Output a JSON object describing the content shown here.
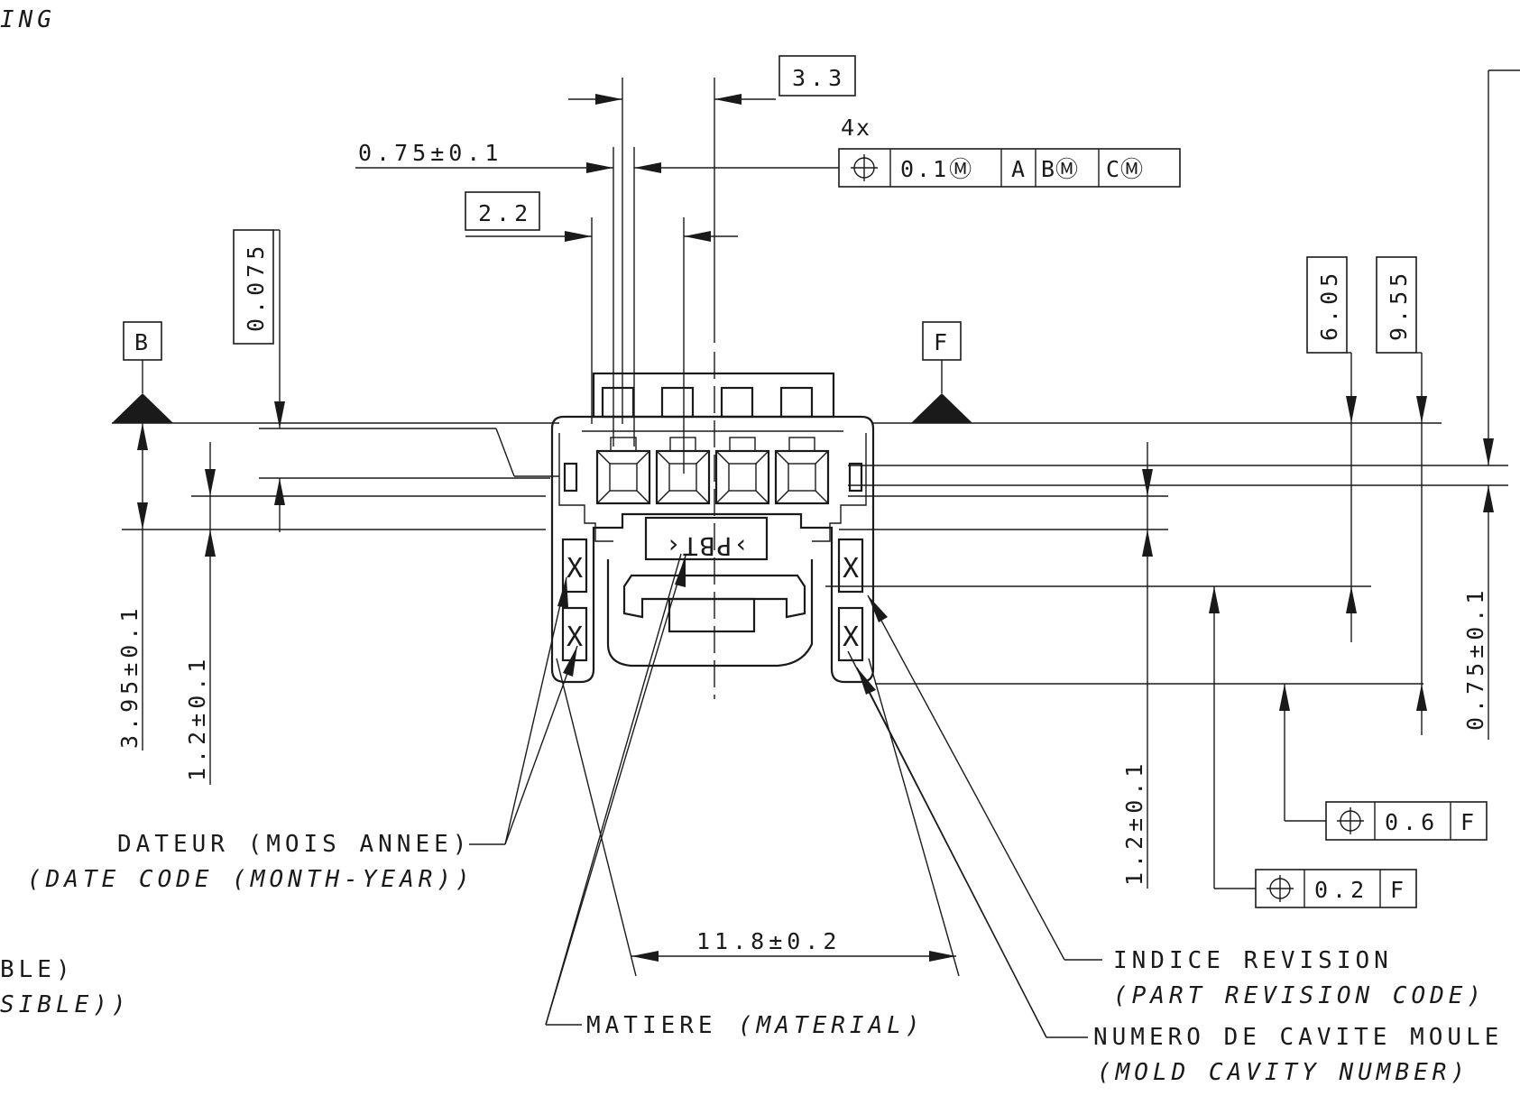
{
  "header": {
    "partial_title": "ING"
  },
  "dimensions": {
    "pitch": "3.3",
    "pin_width": "0.75±0.1",
    "pin_offset": "2.2",
    "flatness": "0.075",
    "quantity": "4x",
    "height_395": "3.95±0.1",
    "height_12_left": "1.2±0.1",
    "height_12_right": "1.2±0.1",
    "right_605": "6.05",
    "right_955": "9.55",
    "right_075": "0.75±0.1",
    "width": "11.8±0.2"
  },
  "gdt_main": {
    "symbol": "⌖",
    "tolerance": "0.1Ⓜ",
    "datum_a": "A",
    "datum_b": "BⓂ",
    "datum_c": "CⓂ"
  },
  "gdt_06": {
    "symbol": "⌖",
    "tolerance": "0.6",
    "datum": "F"
  },
  "gdt_02": {
    "symbol": "⌖",
    "tolerance": "0.2",
    "datum": "F"
  },
  "datums": {
    "b": "B",
    "f": "F"
  },
  "part_marks": {
    "material_code": "›PBT‹",
    "cavity_mark": "X"
  },
  "callouts": {
    "date_fr": "DATEUR (MOIS ANNEE)",
    "date_en": "(DATE CODE (MONTH-YEAR))",
    "partial_fr": "BLE)",
    "partial_en": "SIBLE))",
    "material_fr": "MATIERE",
    "material_en": "(MATERIAL)",
    "revision_fr": "INDICE REVISION",
    "revision_en": "(PART REVISION CODE)",
    "cavity_fr": "NUMERO DE CAVITE MOULE",
    "cavity_en": "(MOLD CAVITY NUMBER)"
  }
}
